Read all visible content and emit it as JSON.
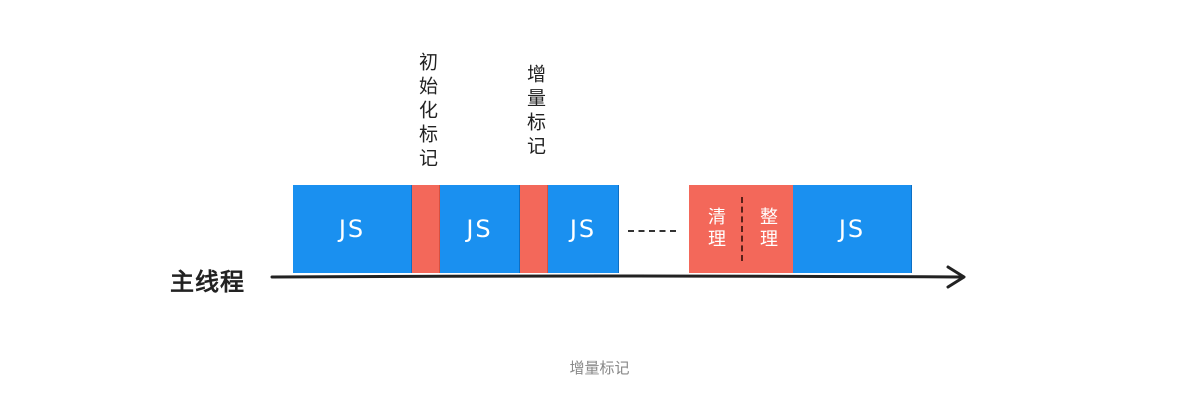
{
  "diagram": {
    "axis_label": "主线程",
    "labels": {
      "initial_mark": "初始化标记",
      "incremental_mark": "增量标记"
    },
    "blocks": {
      "js_text": "JS",
      "cleanup": "清理",
      "compact": "整理"
    },
    "colors": {
      "js_block": "#1a90f0",
      "mark_block": "#f3685a",
      "axis": "#222222"
    }
  },
  "caption": "增量标记"
}
